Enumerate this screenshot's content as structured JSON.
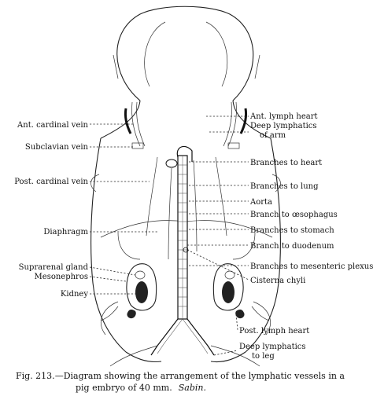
{
  "labels": {
    "ant_cardinal_vein": "Ant. cardinal vein",
    "subclavian_vein": "Subclavian vein",
    "post_cardinal_vein": "Post. cardinal vein",
    "diaphragm": "Diaphragm",
    "suprarenal_gland": "Suprarenal gland",
    "mesonephros": "Mesonephros",
    "kidney": "Kidney",
    "ant_lymph_heart": "Ant. lymph heart",
    "deep_lymphatics_arm_1": "Deep lymphatics",
    "deep_lymphatics_arm_2": "of arm",
    "branches_to_heart": "Branches to heart",
    "branches_to_lung": "Branches to lung",
    "aorta": "Aorta",
    "branch_to_oesophagus": "Branch to œsophagus",
    "branches_to_stomach": "Branches to stomach",
    "branch_to_duodenum": "Branch to duodenum",
    "branches_to_mesenteric_plexus": "Branches to mesenteric plexus",
    "cisterna_chyli": "Cisterna chyli",
    "post_lymph_heart": "Post. lymph heart",
    "deep_lymphatics_leg_1": "Deep lymphatics",
    "deep_lymphatics_leg_2": "to leg"
  },
  "caption": {
    "fig_prefix": "Fig. 213.",
    "line1": "—Diagram showing the arrangement of the lymphatic vessels in a",
    "line2": "pig embryo of 40 mm.",
    "author": "Sabin."
  }
}
